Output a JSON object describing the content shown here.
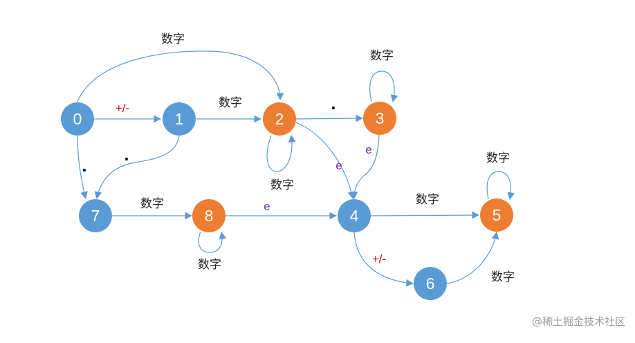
{
  "colors": {
    "start_state": "#5b9bd5",
    "accept_state": "#ed7d31",
    "edge": "#5b9bd5",
    "sign_label": "#d40000",
    "exp_label": "#7030a0"
  },
  "states": {
    "s0": "0",
    "s1": "1",
    "s2": "2",
    "s3": "3",
    "s4": "4",
    "s5": "5",
    "s6": "6",
    "s7": "7",
    "s8": "8"
  },
  "labels": {
    "digit": "数字",
    "sign": "+/-",
    "dot": ".",
    "exp": "e"
  },
  "watermark": "@稀土掘金技术社区"
}
